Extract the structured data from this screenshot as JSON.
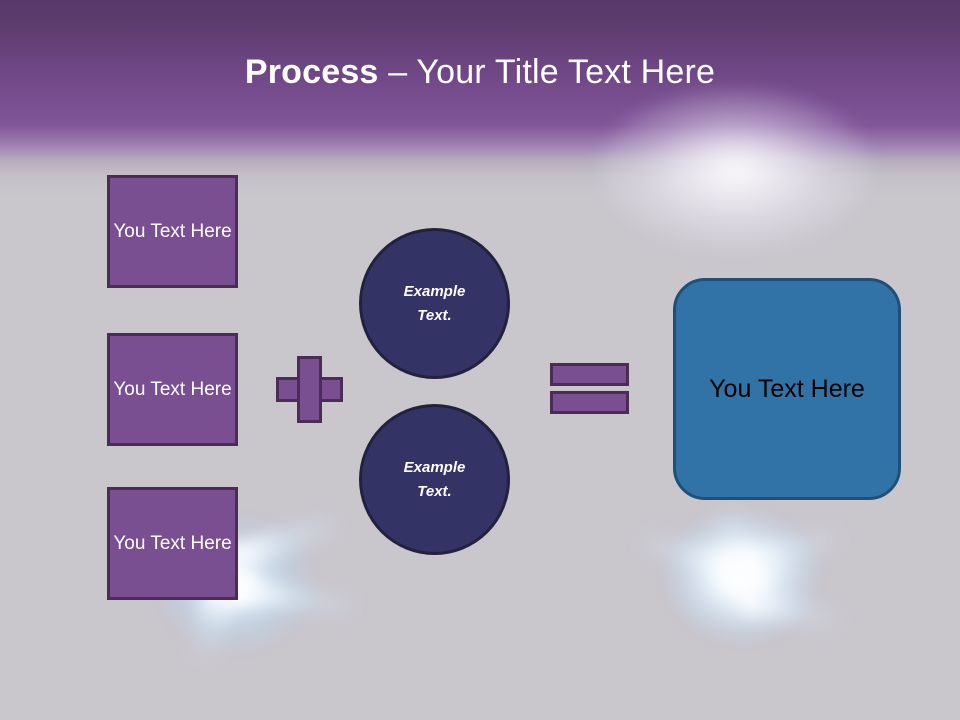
{
  "slide": {
    "background_color": "#c9c6cc",
    "header_color": "#58386a",
    "title": {
      "bold_part": "Process",
      "rest_part": " – Your Title Text Here"
    }
  },
  "inputs": {
    "boxes": [
      {
        "label": "You Text Here"
      },
      {
        "label": "You Text Here"
      },
      {
        "label": "You Text Here"
      }
    ],
    "fill_color": "#7a4f92",
    "border_color": "#4a2c55"
  },
  "operators": {
    "plus": "+",
    "equals": "=",
    "fill_color": "#7a4f92",
    "border_color": "#4a2c55"
  },
  "circles": [
    {
      "line1": "Example",
      "line2": "Text."
    },
    {
      "line1": "Example",
      "line2": "Text."
    }
  ],
  "circle_style": {
    "fill_color": "#343366",
    "border_color": "#22223f"
  },
  "result": {
    "label": "You Text Here",
    "fill_color": "#3173a6",
    "border_color": "#1f5079"
  }
}
